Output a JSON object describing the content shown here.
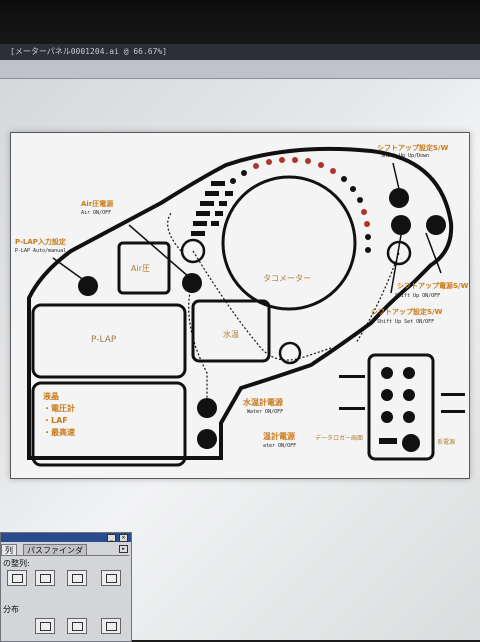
{
  "window": {
    "title": "[メーターパネル0001204.ai @ 66.67%]"
  },
  "colors": {
    "orange": "#c97a1c",
    "red_led": "#b0322a",
    "line": "#111111",
    "panel_title": "#2b4c8c"
  },
  "labels": {
    "plap_input_jp": "P-LAP入力設定",
    "plap_input_en": "P-LAP Auto/manual",
    "air_power_jp": "Air圧電源",
    "air_power_en": "Air ON/OFF",
    "air_gauge": "Air圧",
    "tachometer": "タコメーター",
    "plap_box": "P-LAP",
    "water_temp": "水温",
    "lcd_title": "液晶",
    "lcd_item1": "・電圧計",
    "lcd_item2": "・LAF",
    "lcd_item3": "・最高速",
    "water_power_jp": "水温計電源",
    "water_power_en": "Water ON/OFF",
    "water2_jp": "温計電源",
    "water2_en": "ater ON/OFF",
    "shift_set_jp": "シフトアップ設定S/W",
    "shift_set_en": "Shift Up Up/Down",
    "shift_power_jp": "シフトアップ電源S/W",
    "shift_power_en": "Shift Up ON/OFF",
    "shift_set2_jp": "シフトアップ設定S/W",
    "shift_set2_en": "Shift Up Set ON/OFF",
    "data_logger": "データロガー画面",
    "start_label": "系電源"
  },
  "panel": {
    "tab_active": "列",
    "tab_inactive": "パスファインダ",
    "row1_label": "の整列:",
    "row2_label": "分布"
  }
}
